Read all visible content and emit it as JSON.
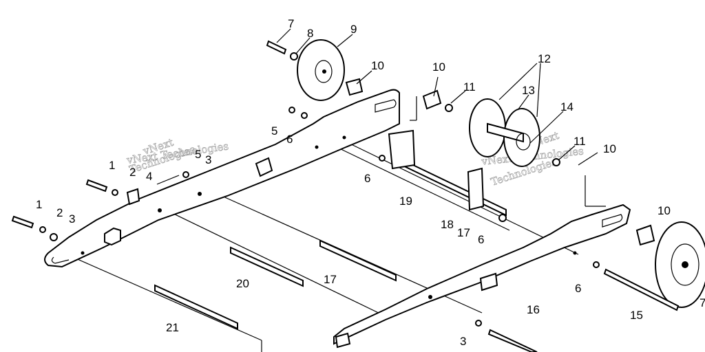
{
  "diagram": {
    "watermarks": [
      {
        "line1": "vNext",
        "line2": "Technologies"
      },
      {
        "line1": "vNext Technologies",
        "line2": ""
      },
      {
        "line1": "vNext",
        "line2": "Technologies"
      },
      {
        "line1": "vNext Technologies",
        "line2": ""
      }
    ],
    "labels": {
      "l7a": "7",
      "l8": "8",
      "l9": "9",
      "l10a": "10",
      "l10b": "10",
      "l11a": "11",
      "l12": "12",
      "l13": "13",
      "l14": "14",
      "l11b": "11",
      "l10c": "10",
      "l5a": "5",
      "l6a": "6",
      "l5b": "5",
      "l3a": "3",
      "l4": "4",
      "l1a": "1",
      "l2a": "2",
      "l1b": "1",
      "l2b": "2",
      "l3b": "3",
      "l6b": "6",
      "l19": "19",
      "l18": "18",
      "l17a": "17",
      "l6c": "6",
      "l10d": "10",
      "l6d": "6",
      "l20": "20",
      "l17b": "17",
      "l21": "21",
      "l16": "16",
      "l3c": "3",
      "l15": "15",
      "l7b": "7"
    }
  }
}
